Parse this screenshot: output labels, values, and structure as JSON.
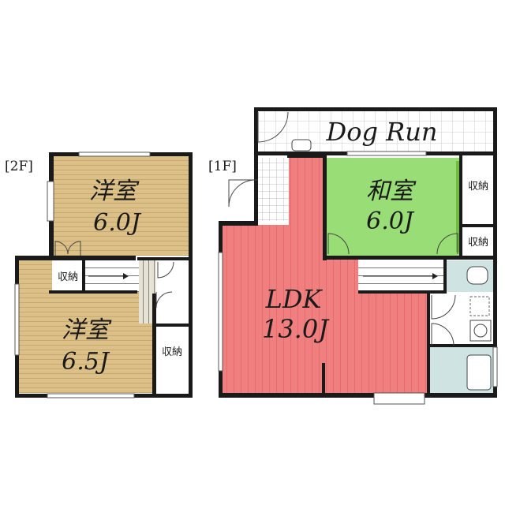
{
  "floors": {
    "second": {
      "label": "[2F]",
      "room_top": {
        "name": "洋室",
        "size": "6.0J"
      },
      "room_bottom": {
        "name": "洋室",
        "size": "6.5J"
      },
      "closet_left": "収納",
      "closet_right": "収納"
    },
    "first": {
      "label": "[1F]",
      "dog_run": "Dog Run",
      "ldk": {
        "name": "LDK",
        "size": "13.0J"
      },
      "washitsu": {
        "name": "和室",
        "size": "6.0J"
      },
      "closet_upper": "収納",
      "closet_lower": "収納"
    }
  },
  "colors": {
    "western_floor": "#dcc089",
    "ldk_floor": "#f08080",
    "washitsu_floor": "#99dd77",
    "wet_area": "#cfe3e3",
    "wall": "#1a1a1a"
  }
}
